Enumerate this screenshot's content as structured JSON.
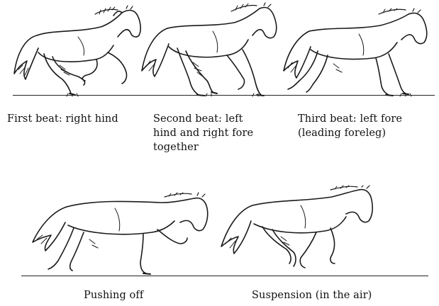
{
  "figure": {
    "panels": [
      {
        "id": "beat1",
        "caption": "First beat: right hind"
      },
      {
        "id": "beat2",
        "caption": "Second beat: left\nhind and right fore\ntogether"
      },
      {
        "id": "beat3",
        "caption": "Third beat: left fore\n(leading foreleg)"
      },
      {
        "id": "push",
        "caption": "Pushing off"
      },
      {
        "id": "susp",
        "caption": "Suspension (in the air)"
      }
    ]
  }
}
